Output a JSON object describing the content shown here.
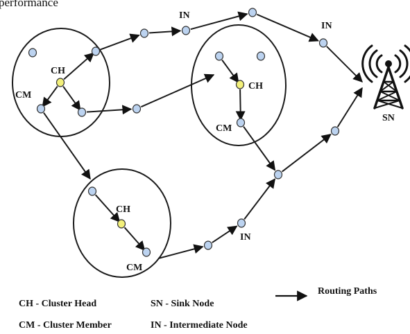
{
  "top_text": "performance",
  "labels": {
    "ch": "CH",
    "cm": "CM",
    "in": "IN",
    "sn": "SN"
  },
  "legend": {
    "ch": "CH - Cluster Head",
    "cm": "CM - Cluster Member",
    "sn": "SN - Sink Node",
    "in": "IN - Intermediate Node",
    "routing": "Routing Paths"
  },
  "colors": {
    "member_node": "#bcd3f0",
    "head_node": "#f3f07a",
    "stroke": "#1a1a1a"
  },
  "icons": {
    "sink": "cell-tower-icon"
  }
}
